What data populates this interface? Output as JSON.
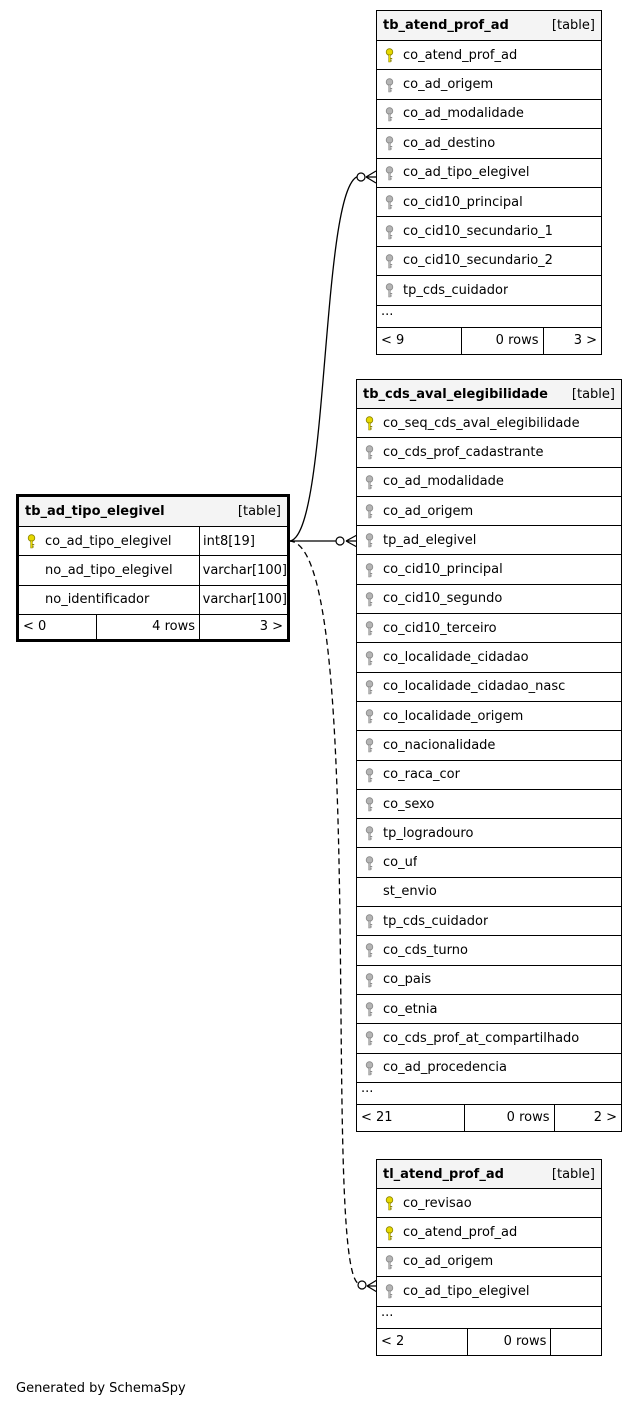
{
  "tables": {
    "tb_atend_prof_ad": {
      "name": "tb_atend_prof_ad",
      "kind": "[table]",
      "columns": [
        {
          "name": "co_atend_prof_ad",
          "key": "pk"
        },
        {
          "name": "co_ad_origem",
          "key": "fk"
        },
        {
          "name": "co_ad_modalidade",
          "key": "fk"
        },
        {
          "name": "co_ad_destino",
          "key": "fk"
        },
        {
          "name": "co_ad_tipo_elegivel",
          "key": "fk"
        },
        {
          "name": "co_cid10_principal",
          "key": "fk"
        },
        {
          "name": "co_cid10_secundario_1",
          "key": "fk"
        },
        {
          "name": "co_cid10_secundario_2",
          "key": "fk"
        },
        {
          "name": "tp_cds_cuidador",
          "key": "fk"
        }
      ],
      "more": "...",
      "footer": {
        "parents": "< 9",
        "rows": "0 rows",
        "children": "3 >"
      }
    },
    "tb_cds_aval_elegibilidade": {
      "name": "tb_cds_aval_elegibilidade",
      "kind": "[table]",
      "columns": [
        {
          "name": "co_seq_cds_aval_elegibilidade",
          "key": "pk"
        },
        {
          "name": "co_cds_prof_cadastrante",
          "key": "fk"
        },
        {
          "name": "co_ad_modalidade",
          "key": "fk"
        },
        {
          "name": "co_ad_origem",
          "key": "fk"
        },
        {
          "name": "tp_ad_elegivel",
          "key": "fk"
        },
        {
          "name": "co_cid10_principal",
          "key": "fk"
        },
        {
          "name": "co_cid10_segundo",
          "key": "fk"
        },
        {
          "name": "co_cid10_terceiro",
          "key": "fk"
        },
        {
          "name": "co_localidade_cidadao",
          "key": "fk"
        },
        {
          "name": "co_localidade_cidadao_nasc",
          "key": "fk"
        },
        {
          "name": "co_localidade_origem",
          "key": "fk"
        },
        {
          "name": "co_nacionalidade",
          "key": "fk"
        },
        {
          "name": "co_raca_cor",
          "key": "fk"
        },
        {
          "name": "co_sexo",
          "key": "fk"
        },
        {
          "name": "tp_logradouro",
          "key": "fk"
        },
        {
          "name": "co_uf",
          "key": "fk"
        },
        {
          "name": "st_envio",
          "key": "none"
        },
        {
          "name": "tp_cds_cuidador",
          "key": "fk"
        },
        {
          "name": "co_cds_turno",
          "key": "fk"
        },
        {
          "name": "co_pais",
          "key": "fk"
        },
        {
          "name": "co_etnia",
          "key": "fk"
        },
        {
          "name": "co_cds_prof_at_compartilhado",
          "key": "fk"
        },
        {
          "name": "co_ad_procedencia",
          "key": "fk"
        }
      ],
      "more": "...",
      "footer": {
        "parents": "< 21",
        "rows": "0 rows",
        "children": "2 >"
      }
    },
    "tb_ad_tipo_elegivel": {
      "name": "tb_ad_tipo_elegivel",
      "kind": "[table]",
      "columns": [
        {
          "name": "co_ad_tipo_elegivel",
          "key": "pk",
          "type": "int8[19]"
        },
        {
          "name": "no_ad_tipo_elegivel",
          "key": "none",
          "type": "varchar[100]"
        },
        {
          "name": "no_identificador",
          "key": "none",
          "type": "varchar[100]"
        }
      ],
      "footer": {
        "parents": "< 0",
        "rows": "4 rows",
        "children": "3 >"
      }
    },
    "tl_atend_prof_ad": {
      "name": "tl_atend_prof_ad",
      "kind": "[table]",
      "columns": [
        {
          "name": "co_revisao",
          "key": "pk"
        },
        {
          "name": "co_atend_prof_ad",
          "key": "pk"
        },
        {
          "name": "co_ad_origem",
          "key": "fk"
        },
        {
          "name": "co_ad_tipo_elegivel",
          "key": "fk"
        }
      ],
      "more": "...",
      "footer": {
        "parents": "< 2",
        "rows": "0 rows",
        "children": ""
      }
    }
  },
  "colors": {
    "pk_key": "#e6d800",
    "fk_key": "#b4b4b4",
    "header_bg": "#f4f4f4"
  },
  "generated_by": "Generated by SchemaSpy"
}
